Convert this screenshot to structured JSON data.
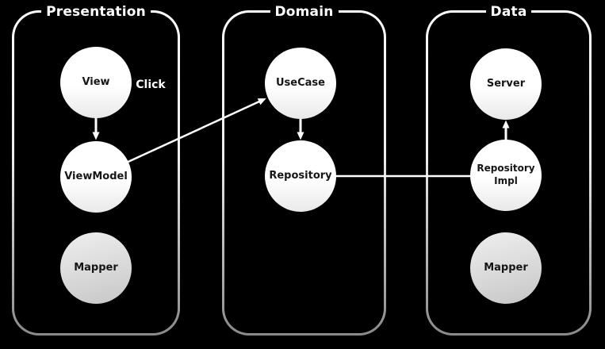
{
  "canvas": {
    "background": "#000000",
    "line_color": "#ffffff"
  },
  "colors": {
    "node_white": "#ffffff",
    "node_gray": "#d9d9d9",
    "panel_border_top": "#ffffff",
    "panel_border_bottom": "#8a8a8a",
    "node_text": "#161616",
    "title_text": "#ffffff"
  },
  "layers": [
    {
      "title": "Presentation"
    },
    {
      "title": "Domain"
    },
    {
      "title": "Data"
    }
  ],
  "nodes": {
    "view": {
      "label": "View",
      "layer": "Presentation",
      "fill": "white"
    },
    "viewmodel": {
      "label": "ViewModel",
      "layer": "Presentation",
      "fill": "white"
    },
    "mapper_presentation": {
      "label": "Mapper",
      "layer": "Presentation",
      "fill": "gray"
    },
    "usecase": {
      "label": "UseCase",
      "layer": "Domain",
      "fill": "white"
    },
    "repository": {
      "label": "Repository",
      "layer": "Domain",
      "fill": "white"
    },
    "server": {
      "label": "Server",
      "layer": "Data",
      "fill": "white"
    },
    "repository_impl": {
      "label": "Repository Impl",
      "layer": "Data",
      "fill": "white"
    },
    "mapper_data": {
      "label": "Mapper",
      "layer": "Data",
      "fill": "gray"
    }
  },
  "annotations": {
    "click": {
      "text": "Click"
    }
  },
  "edges": [
    {
      "from": "View",
      "to": "ViewModel",
      "style": "arrow"
    },
    {
      "from": "ViewModel",
      "to": "UseCase",
      "style": "arrow"
    },
    {
      "from": "UseCase",
      "to": "Repository",
      "style": "arrow"
    },
    {
      "from": "Repository Impl",
      "to": "Server",
      "style": "arrow"
    },
    {
      "from": "Repository",
      "to": "Repository Impl",
      "style": "line"
    }
  ]
}
